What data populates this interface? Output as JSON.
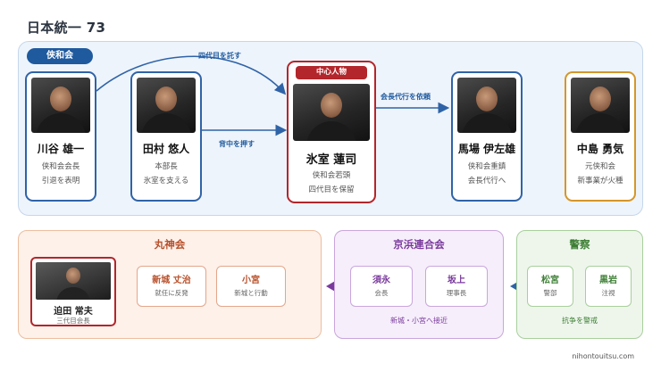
{
  "title": "日本統一 73",
  "top_group": {
    "tag": "侠和会"
  },
  "center_tag": "中心人物",
  "cards": [
    {
      "id": "kawatani",
      "name": "川谷 雄一",
      "line1": "侠和会会長",
      "line2": "引退を表明"
    },
    {
      "id": "tamura",
      "name": "田村 悠人",
      "line1": "本部長",
      "line2": "氷室を支える"
    },
    {
      "id": "himuro",
      "name": "氷室 蓮司",
      "line1": "侠和会若頭",
      "line2": "四代目を保留"
    },
    {
      "id": "baba",
      "name": "馬場 伊左雄",
      "line1": "侠和会重鎮",
      "line2": "会長代行へ"
    },
    {
      "id": "nakajima",
      "name": "中島 勇気",
      "line1": "元侠和会",
      "line2": "新事業が火種"
    }
  ],
  "edges": {
    "succession": "四代目を託す",
    "push": "背中を押す",
    "request": "会長代行を依頼"
  },
  "marugami": {
    "title": "丸神会",
    "sakoda": {
      "name": "迫田 常夫",
      "role": "三代目会長"
    },
    "members": [
      {
        "name": "新城 丈治",
        "desc": "就任に反発"
      },
      {
        "name": "小宮",
        "desc": "新城と行動"
      }
    ]
  },
  "keihin": {
    "title": "京浜連合会",
    "members": [
      {
        "name": "須永",
        "desc": "会長"
      },
      {
        "name": "坂上",
        "desc": "理事長"
      }
    ],
    "note": "新城・小宮へ接近"
  },
  "police": {
    "title": "警察",
    "members": [
      {
        "name": "松宮",
        "desc": "警部"
      },
      {
        "name": "黒岩",
        "desc": "注視"
      }
    ],
    "note": "抗争を警戒"
  },
  "footer": "nihontouitsu.com",
  "colors": {
    "blue": "#2f63a8",
    "red": "#b3262b",
    "orange": "#d5962a",
    "marugami": "#b8502a",
    "keihin": "#7a3a9c",
    "police": "#3e7f35"
  }
}
